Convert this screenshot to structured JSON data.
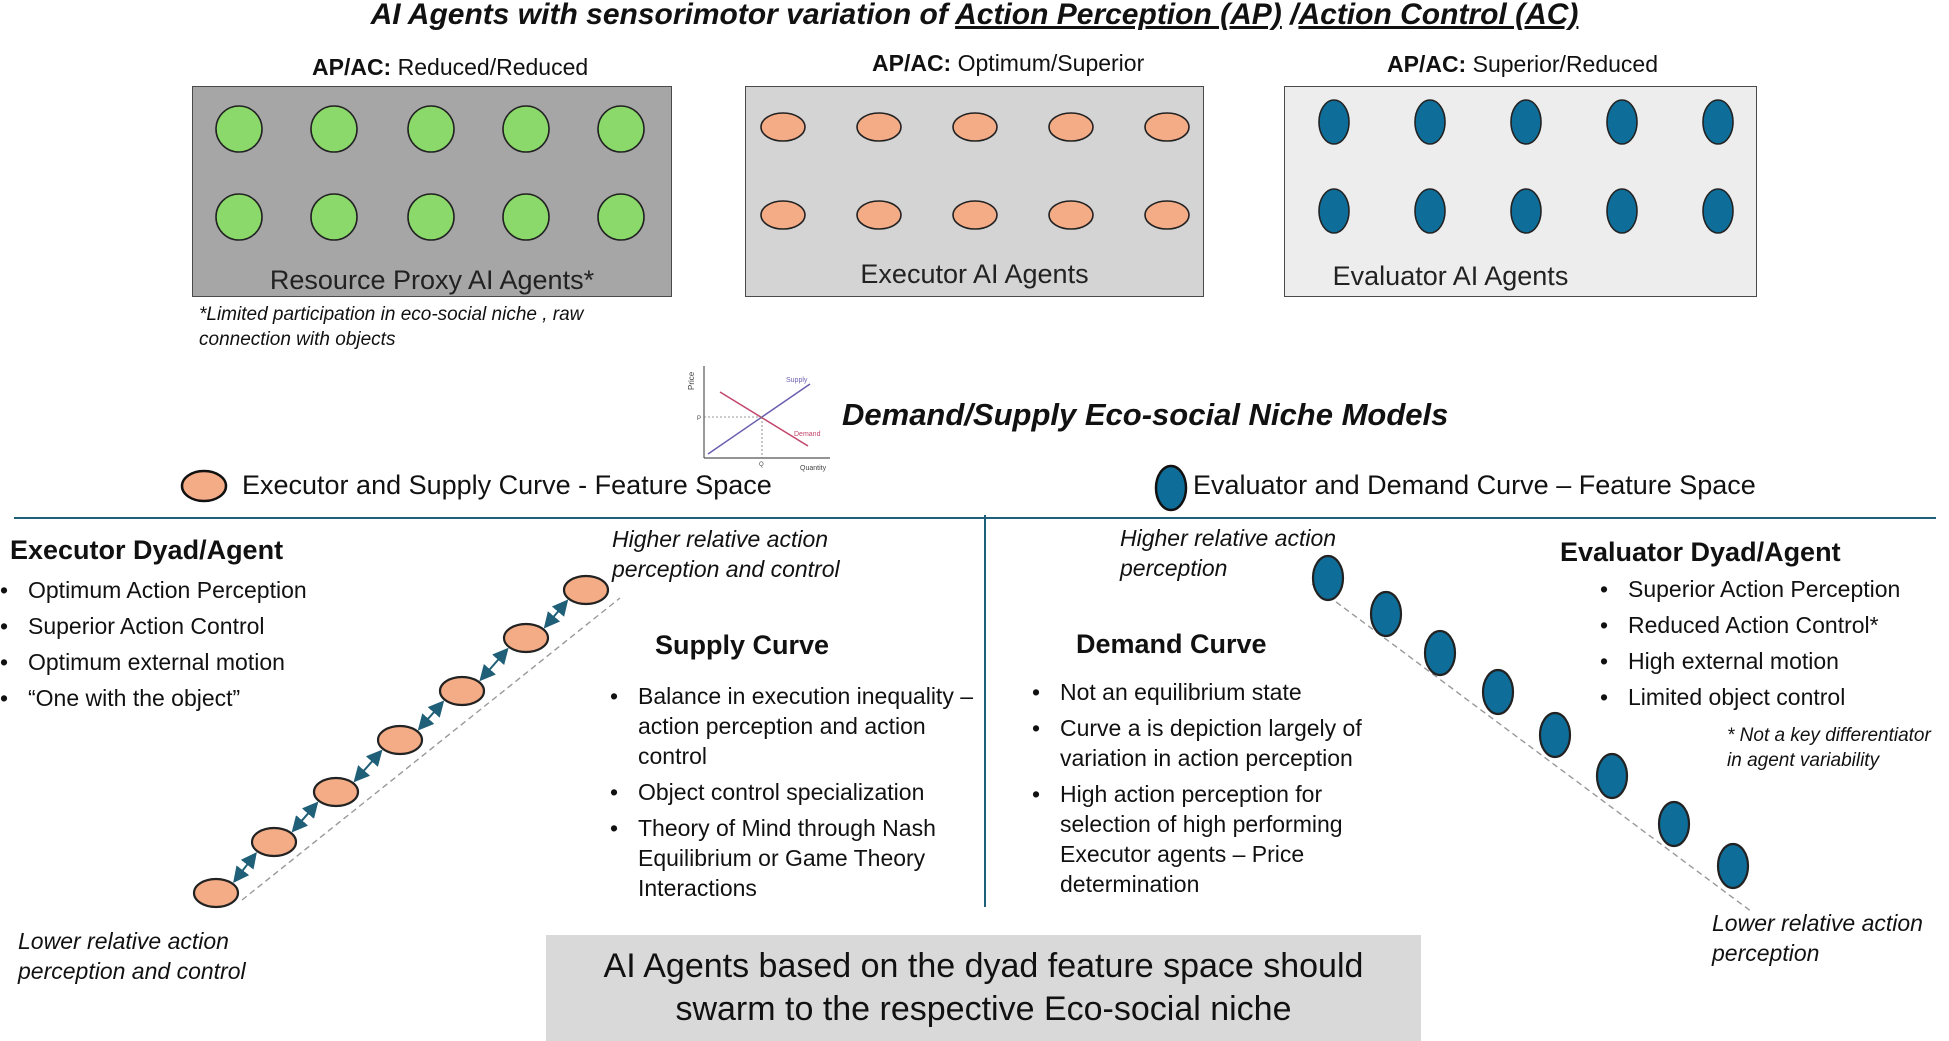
{
  "title": {
    "prefix": "AI Agents with sensorimotor variation of ",
    "ap": "Action Perception (AP)",
    "separator": " /",
    "ac": "Action Control (AC)"
  },
  "agent_boxes": [
    {
      "label_key": "AP/AC:",
      "label_value": " Reduced/Reduced",
      "title": "Resource Proxy AI Agents*",
      "shape": "green-circle",
      "fill": "#8ad96a"
    },
    {
      "label_key": "AP/AC:",
      "label_value": " Optimum/Superior",
      "title": "Executor AI Agents",
      "shape": "salmon-ellipse",
      "fill": "#f4ac86"
    },
    {
      "label_key": "AP/AC:",
      "label_value": " Superior/Reduced",
      "title": "Evaluator AI Agents",
      "shape": "blue-ellipse",
      "fill": "#0f6e99"
    }
  ],
  "footnote": "*Limited participation in eco-social niche , raw connection with objects",
  "mini_chart": {
    "ylabel": "Price",
    "xlabel": "Quantity",
    "supply": "Supply",
    "demand": "Demand",
    "p": "P",
    "q": "Q"
  },
  "niche_title": "Demand/Supply Eco-social Niche Models",
  "legend": {
    "executor": "Executor and Supply Curve - Feature Space",
    "evaluator": "Evaluator and Demand Curve – Feature Space"
  },
  "executor": {
    "heading": "Executor Dyad/Agent",
    "bullets": [
      "Optimum Action Perception",
      "Superior Action Control",
      "Optimum external motion",
      "“One with the object”"
    ],
    "higher_note": "Higher relative action perception and control",
    "lower_note": "Lower relative action perception and control"
  },
  "supply": {
    "heading": "Supply Curve",
    "bullets": [
      "Balance in execution inequality – action perception and action control",
      "Object control specialization",
      "Theory of Mind through Nash Equilibrium or Game Theory Interactions"
    ]
  },
  "demand": {
    "heading": "Demand Curve",
    "bullets": [
      "Not an equilibrium state",
      "Curve a is depiction largely of variation in action perception",
      "High action perception for selection of high performing Executor agents – Price determination"
    ],
    "higher_note": "Higher relative action perception",
    "lower_note": "Lower relative action perception"
  },
  "evaluator": {
    "heading": "Evaluator Dyad/Agent",
    "bullets": [
      "Superior Action Perception",
      "Reduced Action Control*",
      "High external motion",
      "Limited object control"
    ],
    "footnote": "* Not a key differentiator in agent variability"
  },
  "banner": "AI Agents based on the dyad feature space should swarm to the respective Eco-social niche",
  "colors": {
    "green": "#8ad96a",
    "salmon": "#f4ac86",
    "blue": "#0f6e99",
    "divider": "#1f5f78",
    "arrow": "#1f5f78"
  }
}
